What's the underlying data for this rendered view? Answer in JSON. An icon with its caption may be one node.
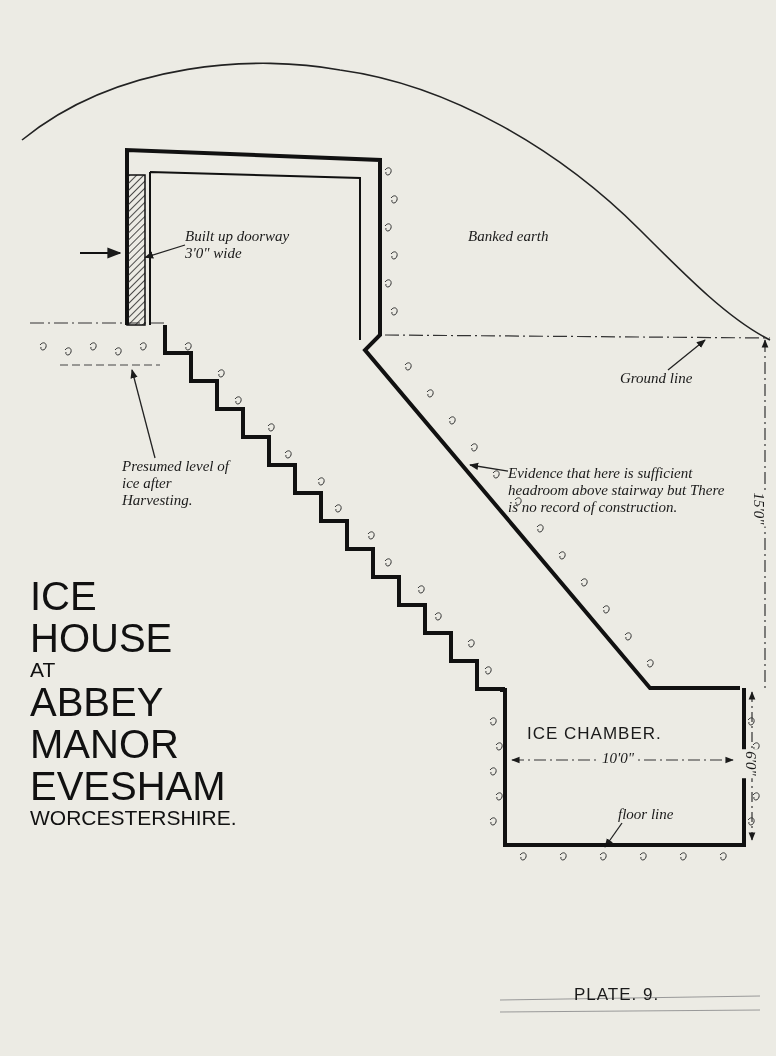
{
  "diagram": {
    "title": "ICE HOUSE AT ABBEY MANOR EVESHAM WORCESTERSHIRE.",
    "nodes": [
      {
        "text": [
          "Built up doorway 3'0\" wide"
        ]
      },
      {
        "text": [],
        "shape": "box"
      },
      {
        "text": [
          "Ground line"
        ]
      },
      {
        "text": [
          "Presumed level of ice after Harvesting."
        ]
      },
      {
        "text": [
          "Evidence that here is sufficient headroom above stairway but There is no record of construction."
        ]
      },
      {
        "text": [
          "ICE CHAMBER."
        ]
      },
      {
        "text": [
          "floor line"
        ],
        "in": 5
      }
    ],
    "edges": [
      {
        "from": 0,
        "to": 1,
        "arrow": "to"
      },
      {
        "from": 2,
        "to": null,
        "arrow": "to"
      },
      {
        "from": 3,
        "to": null,
        "arrow": "to"
      },
      {
        "from": 4,
        "to": null,
        "arrow": "to"
      },
      {
        "from": 6,
        "to": 5,
        "arrow": "to"
      }
    ],
    "labels": [
      "Banked earth",
      "15'0\"",
      "10'0\"",
      "6'0\"",
      "PLATE. 9."
    ]
  }
}
